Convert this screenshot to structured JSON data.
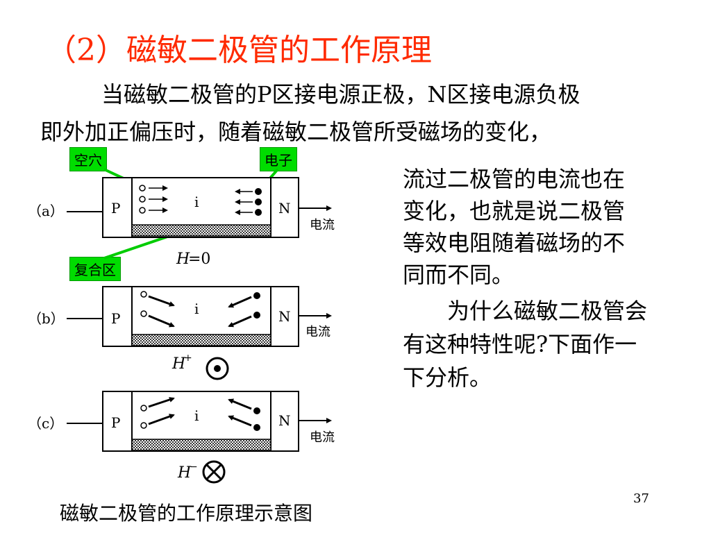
{
  "title": "（2）磁敏二极管的工作原理",
  "paragraph": {
    "line1": "当磁敏二极管的P区接电源正极，N区接电源负极",
    "line2": "即外加正偏压时，随着磁敏二极管所受磁场的变化，",
    "right_lines": [
      "流过二极管的电流也在",
      "变化，也就是说二极管",
      "等效电阻随着磁场的不",
      "同而不同。",
      "为什么磁敏二极管会",
      "有这种特性呢?下面作一",
      "下分析。"
    ]
  },
  "diagram": {
    "labels": {
      "holes": "空穴",
      "electrons": "电子",
      "recombination": "复合区"
    },
    "panels": [
      {
        "tag": "（a）",
        "p": "P",
        "n": "N",
        "i": "i",
        "current": "电流",
        "field_symbol": "H",
        "field_value": "=0"
      },
      {
        "tag": "（b）",
        "p": "P",
        "n": "N",
        "i": "i",
        "current": "电流",
        "field_symbol": "H",
        "field_sup": "+"
      },
      {
        "tag": "（c）",
        "p": "P",
        "n": "N",
        "i": "i",
        "current": "电流",
        "field_symbol": "H",
        "field_sup": "−"
      }
    ]
  },
  "caption": "磁敏二极管的工作原理示意图",
  "page_number": "37"
}
